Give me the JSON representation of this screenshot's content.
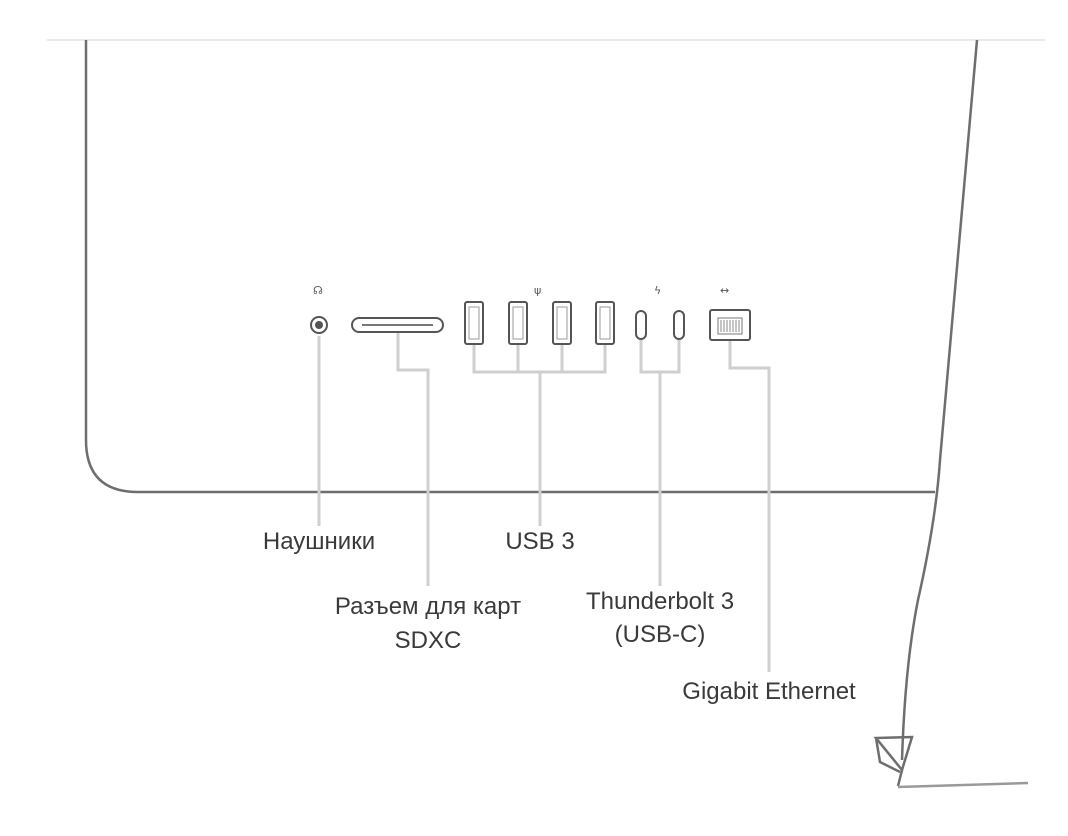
{
  "labels": {
    "headphones": "Наушники",
    "sdxc_line1": "Разъем для карт",
    "sdxc_line2": "SDXC",
    "usb": "USB 3",
    "thunderbolt_line1": "Thunderbolt 3",
    "thunderbolt_line2": "(USB-C)",
    "ethernet": "Gigabit Ethernet"
  },
  "icons": {
    "headphones": "headphones-icon",
    "usb": "usb-icon",
    "thunderbolt": "thunderbolt-icon",
    "ethernet": "ethernet-icon"
  },
  "colors": {
    "body_outline": "#6e6e6e",
    "callout_line": "#cfcfcf",
    "label_text": "#3a3a3c"
  }
}
